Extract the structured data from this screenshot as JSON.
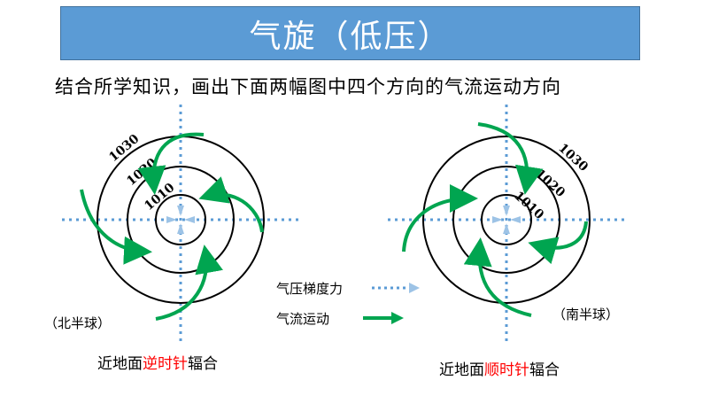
{
  "title": "气旋（低压）",
  "instruction": "结合所学知识，画出下面两幅图中四个方向的气流运动方向",
  "left_diagram": {
    "isobars": [
      "1030",
      "1020",
      "1010"
    ],
    "hemisphere": "（北半球）",
    "caption_prefix": "近地面",
    "caption_highlight": "逆时针",
    "caption_suffix": "辐合"
  },
  "right_diagram": {
    "isobars": [
      "1030",
      "1020",
      "1010"
    ],
    "hemisphere": "（南半球）",
    "caption_prefix": "近地面",
    "caption_highlight": "顺时针",
    "caption_suffix": "辐合"
  },
  "legend": {
    "pressure_gradient": "气压梯度力",
    "airflow": "气流运动"
  },
  "colors": {
    "title_bg": "#5b9bd5",
    "axis_dots": "#5b9bd5",
    "center_arrows": "#9dc3e6",
    "airflow": "#00a550",
    "highlight": "#ff0000"
  }
}
